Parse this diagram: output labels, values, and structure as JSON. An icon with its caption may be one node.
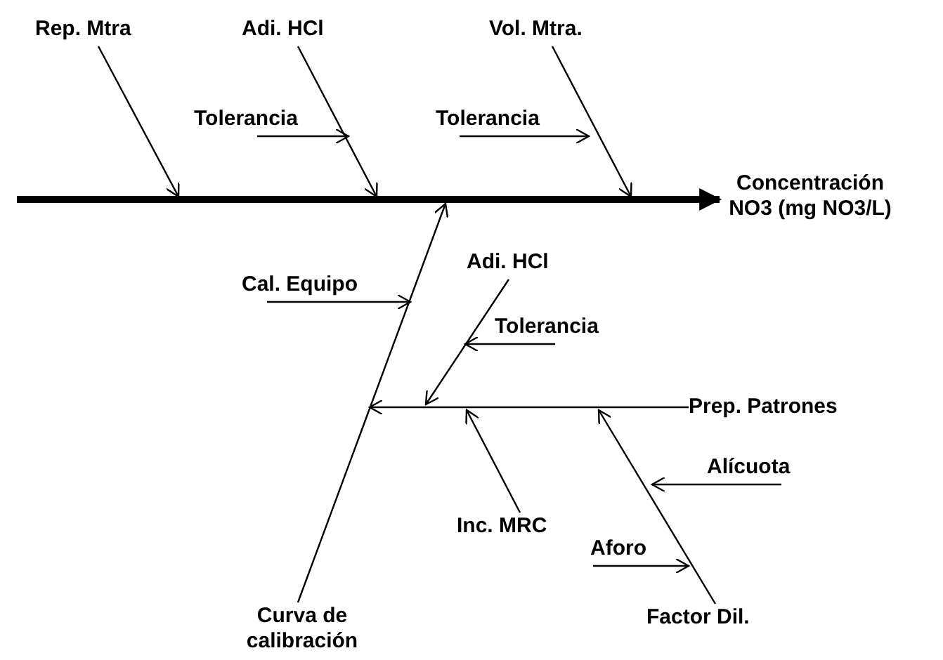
{
  "diagram": {
    "nodes": [
      {
        "text": [
          "Rep. Mtra"
        ]
      },
      {
        "text": [
          "Adi. HCl"
        ]
      },
      {
        "text": [
          "Vol. Mtra."
        ]
      },
      {
        "text": [
          "Tolerancia"
        ]
      },
      {
        "text": [
          "Tolerancia"
        ]
      },
      {
        "text": [
          "Concentración NO3 (mg NO3/L)"
        ]
      },
      {
        "text": [
          "Cal. Equipo"
        ]
      },
      {
        "text": [
          "Adi. HCl"
        ]
      },
      {
        "text": [
          "Tolerancia"
        ]
      },
      {
        "text": [
          "Prep. Patrones"
        ]
      },
      {
        "text": [
          "Alícuota"
        ]
      },
      {
        "text": [
          "Inc. MRC"
        ]
      },
      {
        "text": [
          "Aforo"
        ]
      },
      {
        "text": [
          "Curva de calibración"
        ]
      },
      {
        "text": [
          "Factor Dil."
        ]
      }
    ],
    "edges": [
      {
        "from": 0,
        "to": null,
        "arrow": "to"
      },
      {
        "from": 1,
        "to": null,
        "arrow": "to"
      },
      {
        "from": 2,
        "to": null,
        "arrow": "to"
      },
      {
        "from": 3,
        "to": null,
        "arrow": "to"
      },
      {
        "from": 4,
        "to": null,
        "arrow": "to"
      },
      {
        "from": null,
        "to": 5,
        "arrow": "to",
        "style": "thick"
      },
      {
        "from": 6,
        "to": null,
        "arrow": "to"
      },
      {
        "from": 7,
        "to": null,
        "arrow": "to"
      },
      {
        "from": 8,
        "to": null,
        "arrow": "to"
      },
      {
        "from": 9,
        "to": null,
        "arrow": "to"
      },
      {
        "from": 10,
        "to": null,
        "arrow": "to"
      },
      {
        "from": 11,
        "to": null,
        "arrow": "to"
      },
      {
        "from": 12,
        "to": null,
        "arrow": "to"
      },
      {
        "from": 13,
        "to": null,
        "arrow": "to"
      },
      {
        "from": 14,
        "to": null,
        "arrow": "to"
      }
    ]
  }
}
